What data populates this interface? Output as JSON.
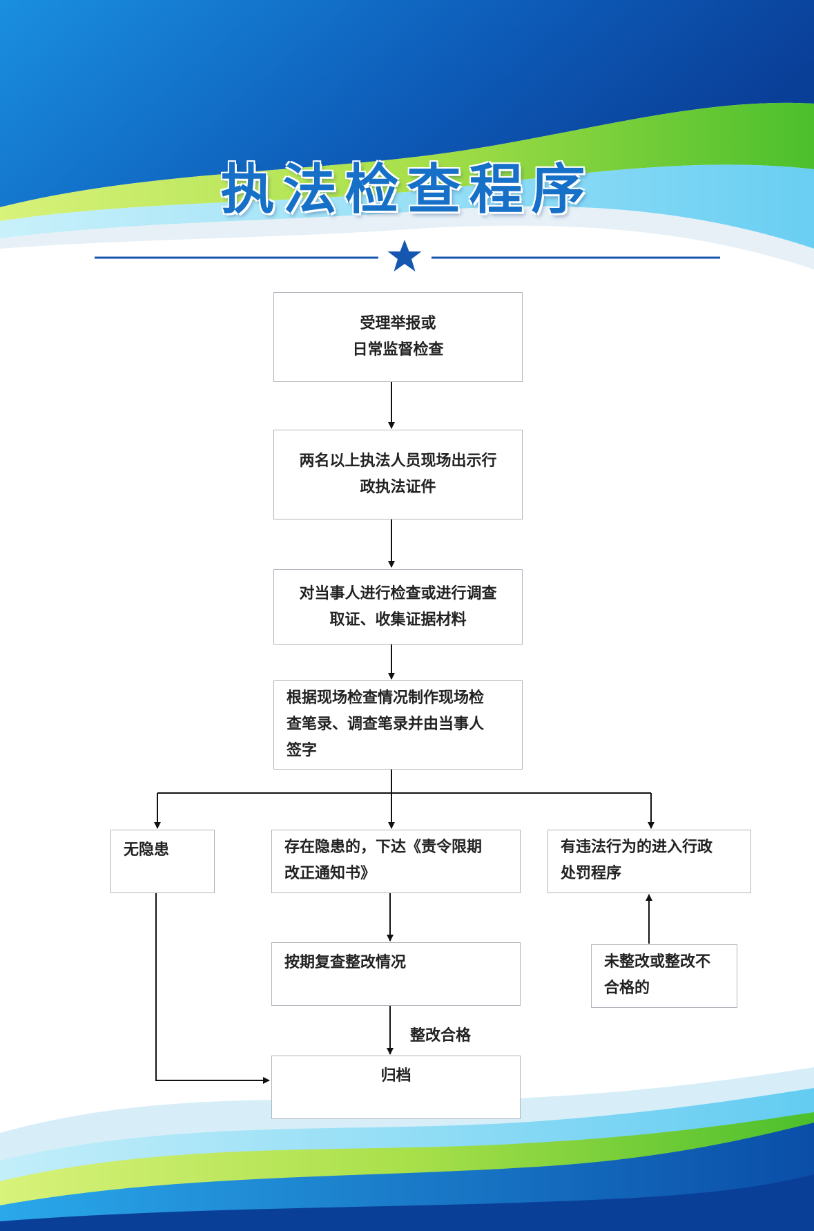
{
  "title": "执法检查程序",
  "colors": {
    "primary_blue": "#0a4ea8",
    "title_blue": "#1670c8",
    "accent_green": "#8fd43a",
    "light_cyan": "#6fd0f0"
  },
  "nodes": {
    "accept": {
      "lines": [
        "受理举报或",
        "日常监督检查"
      ]
    },
    "show_id": {
      "lines": [
        "两名以上执法人员现场出示行",
        "政执法证件"
      ]
    },
    "investigate": {
      "lines": [
        "对当事人进行检查或进行调查",
        "取证、收集证据材料"
      ]
    },
    "record": {
      "lines": [
        "根据现场检查情况制作现场检",
        "查笔录、调查笔录并由当事人",
        "签字"
      ]
    },
    "no_hazard": {
      "lines": [
        "无隐患"
      ]
    },
    "hazard": {
      "lines": [
        "存在隐患的，下达《责令限期",
        "改正通知书》"
      ]
    },
    "violation": {
      "lines": [
        "有违法行为的进入行政",
        "处罚程序"
      ]
    },
    "recheck": {
      "lines": [
        "按期复查整改情况"
      ]
    },
    "not_fixed": {
      "lines": [
        "未整改或整改不",
        "合格的"
      ]
    },
    "archive": {
      "lines": [
        "归档"
      ]
    }
  },
  "edge_labels": {
    "rectified": "整改合格"
  }
}
